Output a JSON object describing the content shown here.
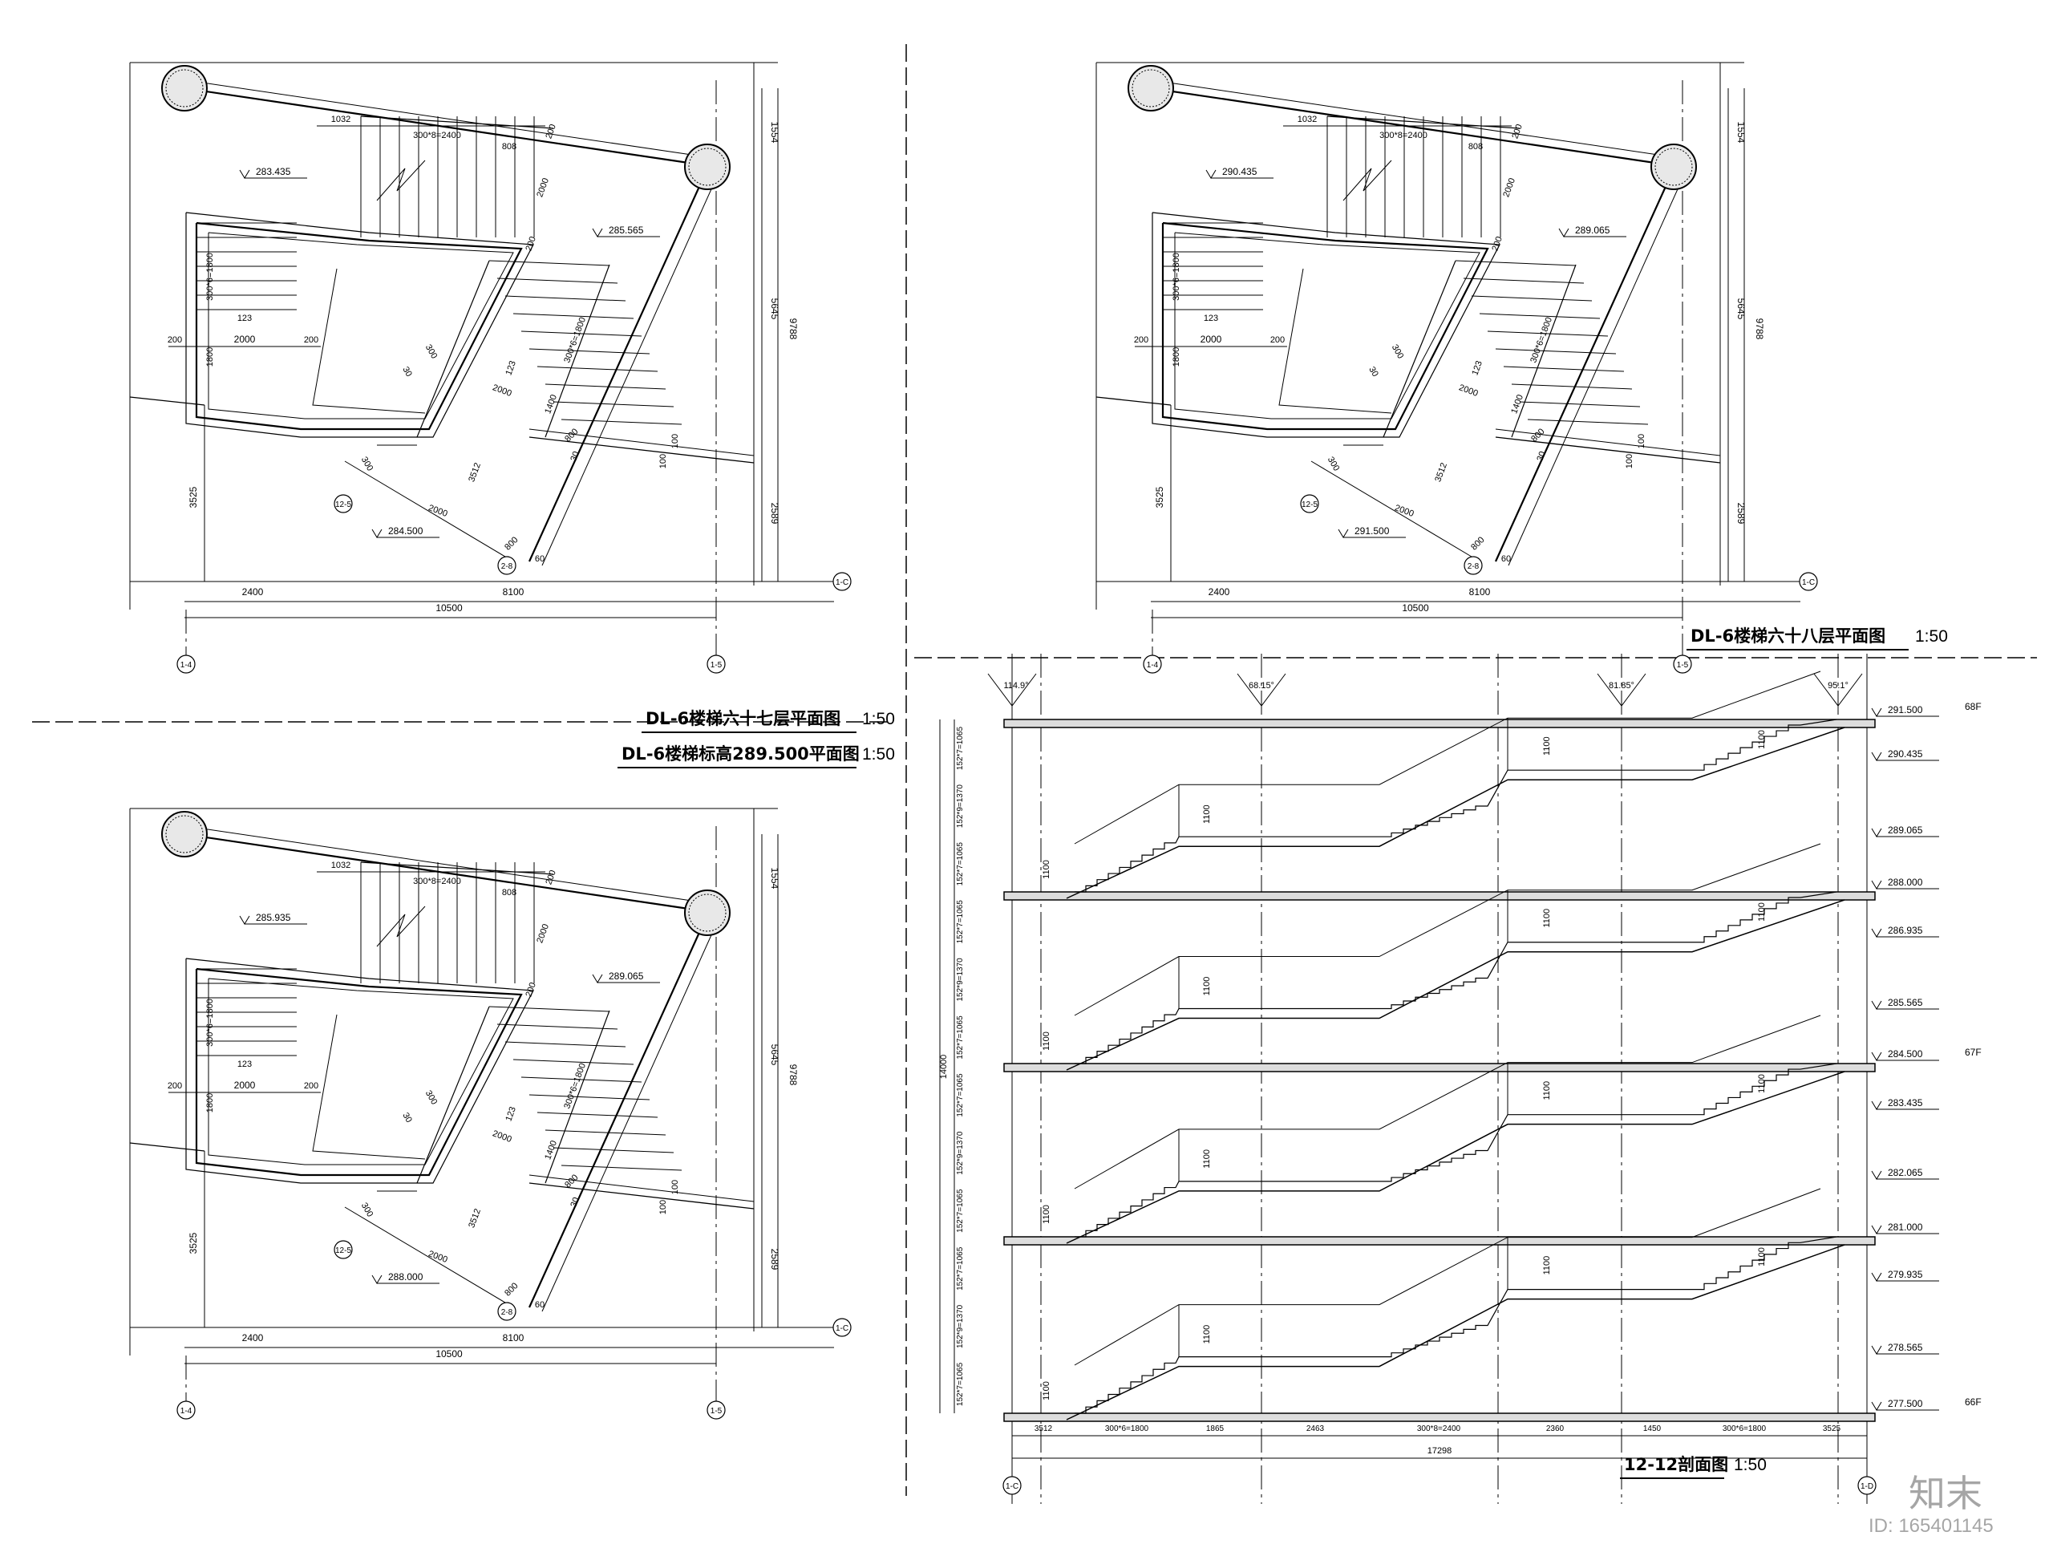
{
  "plans": [
    {
      "id": "p67",
      "title": "DL-6楼梯六十七层平面图",
      "scale": "1:50",
      "levels": [
        "283.435",
        "285.565",
        "284.500"
      ],
      "dims": {
        "overall": "10500",
        "left": "2400",
        "right": "8100",
        "stairs_top": "300*8=2400",
        "stairs_side": "300*6=1800",
        "stairs_diag": "300*6=1800",
        "height_total": "9788",
        "height_upper": "1554",
        "height_mid": "5645",
        "height_lower": "2589",
        "left_low": "3525",
        "landing": "2000",
        "gap": "200",
        "d1032": "1032",
        "d808": "808",
        "d1800": "1800",
        "d3512": "3512",
        "d300": "300",
        "d30": "30",
        "d100": "100",
        "d800": "800",
        "d1400": "1400",
        "d123": "123",
        "ang": "60"
      },
      "axes": [
        "1-4",
        "1-5",
        "1-C",
        "2-8",
        "12-5"
      ]
    },
    {
      "id": "p68",
      "title": "DL-6楼梯六十八层平面图",
      "scale": "1:50",
      "levels": [
        "290.435",
        "289.065",
        "291.500"
      ],
      "dims": {
        "overall": "10500",
        "left": "2400",
        "right": "8100",
        "stairs_top": "300*8=2400",
        "stairs_side": "300*6=1800",
        "stairs_diag": "300*6=1800",
        "height_total": "9788",
        "height_upper": "1554",
        "height_mid": "5645",
        "height_lower": "2589",
        "left_low": "3525",
        "landing": "2000",
        "gap": "200",
        "d1032": "1032",
        "d808": "808",
        "d1800": "1800",
        "d3512": "3512",
        "d300": "300",
        "d30": "30",
        "d100": "100",
        "d800": "800",
        "d1400": "1400",
        "d123": "123",
        "ang": "60"
      },
      "axes": [
        "1-4",
        "1-5",
        "1-C",
        "2-8",
        "12-5"
      ]
    },
    {
      "id": "p289",
      "title": "DL-6楼梯标高289.500平面图",
      "scale": "1:50",
      "levels": [
        "285.935",
        "289.065",
        "288.000"
      ],
      "dims": {
        "overall": "10500",
        "left": "2400",
        "right": "8100",
        "stairs_top": "300*8=2400",
        "stairs_side": "300*6=1800",
        "stairs_diag": "300*6=1800",
        "height_total": "9788",
        "height_upper": "1554",
        "height_mid": "5645",
        "height_lower": "2589",
        "left_low": "3525",
        "landing": "2000",
        "gap": "200",
        "d1032": "1032",
        "d808": "808",
        "d1800": "1800",
        "d3512": "3512",
        "d300": "300",
        "d30": "30",
        "d100": "100",
        "d800": "800",
        "d1400": "1400",
        "d123": "123",
        "ang": "60"
      },
      "axes": [
        "1-4",
        "1-5",
        "1-C",
        "2-8",
        "12-5"
      ]
    }
  ],
  "section": {
    "title": "12-12剖面图",
    "scale": "1:50",
    "angles": [
      "114.9°",
      "68.15°",
      "81.85°",
      "95.1°"
    ],
    "floor_levels": [
      "291.500",
      "288.000",
      "284.500",
      "281.000",
      "277.500"
    ],
    "floor_tags": [
      "68F",
      "67F",
      "66F"
    ],
    "landing_levels": [
      "290.435",
      "289.065",
      "286.935",
      "285.565",
      "283.435",
      "282.065",
      "279.935",
      "278.565"
    ],
    "rail_height": "1100",
    "riser_labels": [
      "152*7=1065",
      "152*9=1370",
      "152*7=1065",
      "152*7=1065",
      "152*9=1370",
      "152*7=1065",
      "152*7=1065",
      "152*9=1370",
      "152*7=1065",
      "152*7=1065",
      "152*9=1370",
      "152*7=1065"
    ],
    "total_height": "14000",
    "bottom_dims": [
      "3512",
      "300*6=1800",
      "1865",
      "2463",
      "300*8=2400",
      "2360",
      "1450",
      "300*6=1800",
      "3525"
    ],
    "total_length": "17298",
    "axes": [
      "1-C",
      "1-D"
    ]
  },
  "watermark": {
    "brand": "知末",
    "id": "ID: 165401145"
  }
}
